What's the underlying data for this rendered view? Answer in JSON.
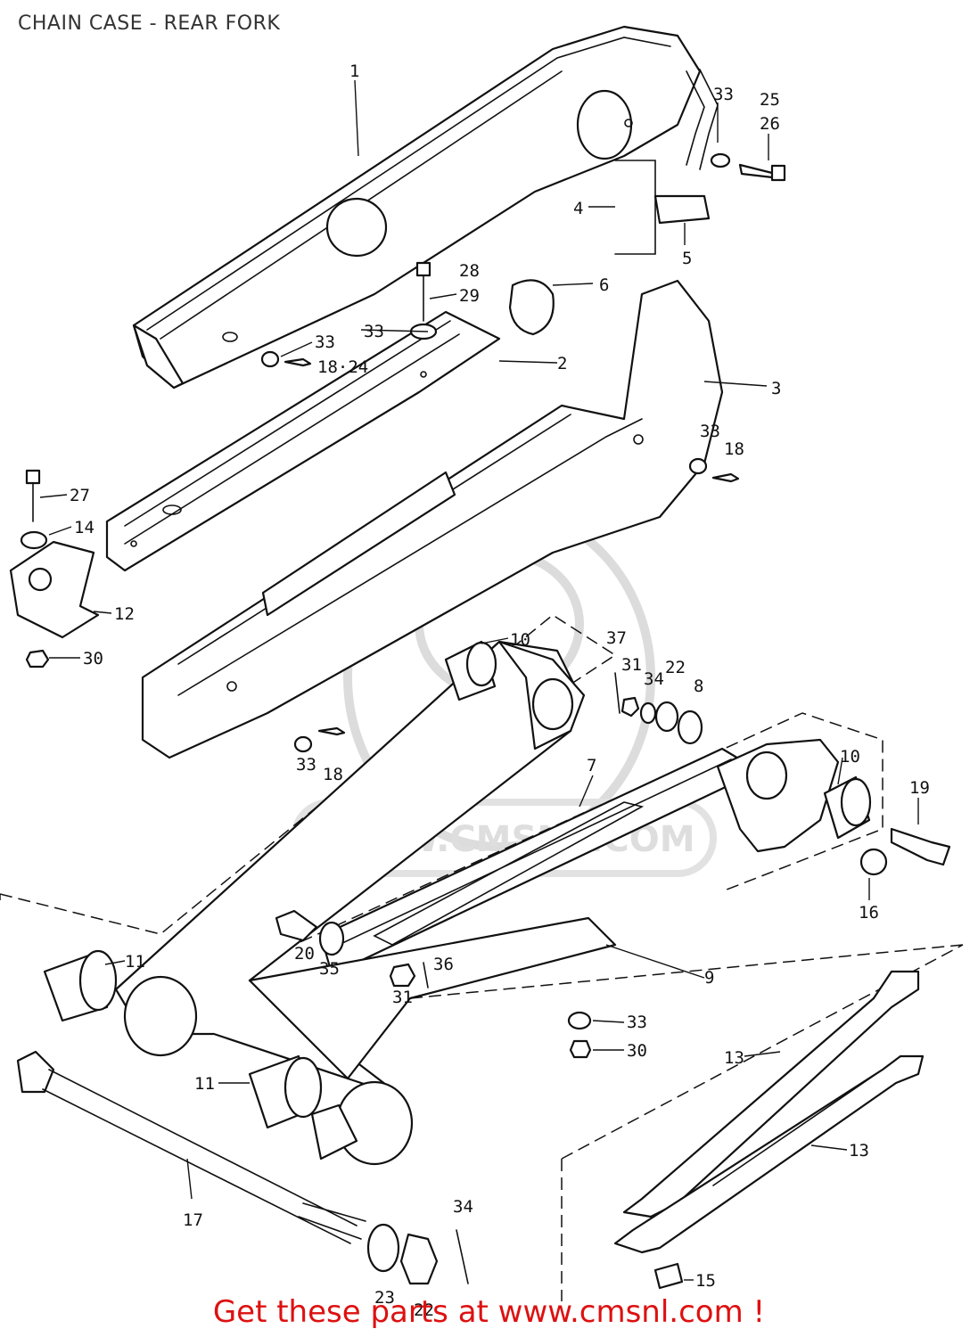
{
  "title": "CHAIN CASE - REAR FORK",
  "footer": "Get these parts at www.cmsnl.com !",
  "watermark": "WWW.CMSNL.COM",
  "callouts": [
    {
      "id": "c1",
      "text": "1"
    },
    {
      "id": "c33a",
      "text": "33"
    },
    {
      "id": "c25",
      "text": "25"
    },
    {
      "id": "c26",
      "text": "26"
    },
    {
      "id": "c4",
      "text": "4"
    },
    {
      "id": "c5",
      "text": "5"
    },
    {
      "id": "c28",
      "text": "28"
    },
    {
      "id": "c29",
      "text": "29"
    },
    {
      "id": "c6",
      "text": "6"
    },
    {
      "id": "c33b",
      "text": "33"
    },
    {
      "id": "c33c",
      "text": "33"
    },
    {
      "id": "c1824",
      "text": "18·24"
    },
    {
      "id": "c2",
      "text": "2"
    },
    {
      "id": "c3",
      "text": "3"
    },
    {
      "id": "c33d",
      "text": "33"
    },
    {
      "id": "c18a",
      "text": "18"
    },
    {
      "id": "c27",
      "text": "27"
    },
    {
      "id": "c14",
      "text": "14"
    },
    {
      "id": "c12",
      "text": "12"
    },
    {
      "id": "c30a",
      "text": "30"
    },
    {
      "id": "c10a",
      "text": "10"
    },
    {
      "id": "c37",
      "text": "37"
    },
    {
      "id": "c31a",
      "text": "31"
    },
    {
      "id": "c34a",
      "text": "34"
    },
    {
      "id": "c22a",
      "text": "22"
    },
    {
      "id": "c8",
      "text": "8"
    },
    {
      "id": "c33e",
      "text": "33"
    },
    {
      "id": "c18b",
      "text": "18"
    },
    {
      "id": "c7",
      "text": "7"
    },
    {
      "id": "c10b",
      "text": "10"
    },
    {
      "id": "c19",
      "text": "19"
    },
    {
      "id": "c16",
      "text": "16"
    },
    {
      "id": "c11a",
      "text": "11"
    },
    {
      "id": "c20",
      "text": "20"
    },
    {
      "id": "c35",
      "text": "35"
    },
    {
      "id": "c31b",
      "text": "31"
    },
    {
      "id": "c36",
      "text": "36"
    },
    {
      "id": "c9",
      "text": "9"
    },
    {
      "id": "c33f",
      "text": "33"
    },
    {
      "id": "c30b",
      "text": "30"
    },
    {
      "id": "c13a",
      "text": "13"
    },
    {
      "id": "c13b",
      "text": "13"
    },
    {
      "id": "c11b",
      "text": "11"
    },
    {
      "id": "c17",
      "text": "17"
    },
    {
      "id": "c34b",
      "text": "34"
    },
    {
      "id": "c23",
      "text": "23"
    },
    {
      "id": "c22b",
      "text": "22"
    },
    {
      "id": "c15",
      "text": "15"
    }
  ]
}
